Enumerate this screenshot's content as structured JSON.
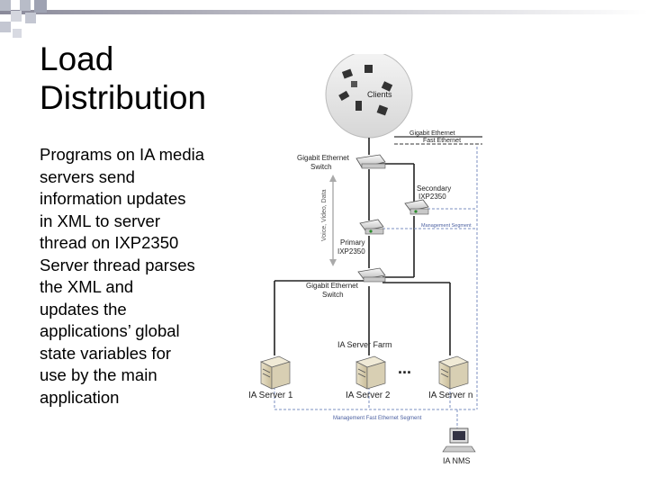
{
  "slide": {
    "title_lines": [
      "Load",
      "Distribution"
    ],
    "bullets": [
      {
        "lines": [
          "Programs on IA media",
          "servers send",
          "information updates",
          "in XML to server",
          "thread on IXP2350"
        ]
      },
      {
        "lines": [
          "Server thread parses",
          "the XML and",
          "updates the",
          "applications’ global",
          "state variables for",
          "use by the main",
          "application"
        ]
      }
    ]
  },
  "diagram": {
    "clients_label": "Clients",
    "legend": {
      "gigabit": "Gigabit Ethernet",
      "fast": "Fast Ethernet"
    },
    "top_switch_lines": [
      "Gigabit Ethernet",
      "Switch"
    ],
    "secondary_lines": [
      "Secondary",
      "IXP2350"
    ],
    "primary_lines": [
      "Primary",
      "IXP2350"
    ],
    "voice_label": "Voice, Video, Data",
    "mgmt_segment_small": "Management Segment",
    "bottom_switch_lines": [
      "Gigabit Ethernet",
      "Switch"
    ],
    "farm_label": "IA Server Farm",
    "ellipsis": "...",
    "servers": [
      "IA Server 1",
      "IA Server 2",
      "IA Server n"
    ],
    "mgmt_segment_bottom": "Management Fast Ethernet Segment",
    "nms_label": "IA NMS"
  }
}
